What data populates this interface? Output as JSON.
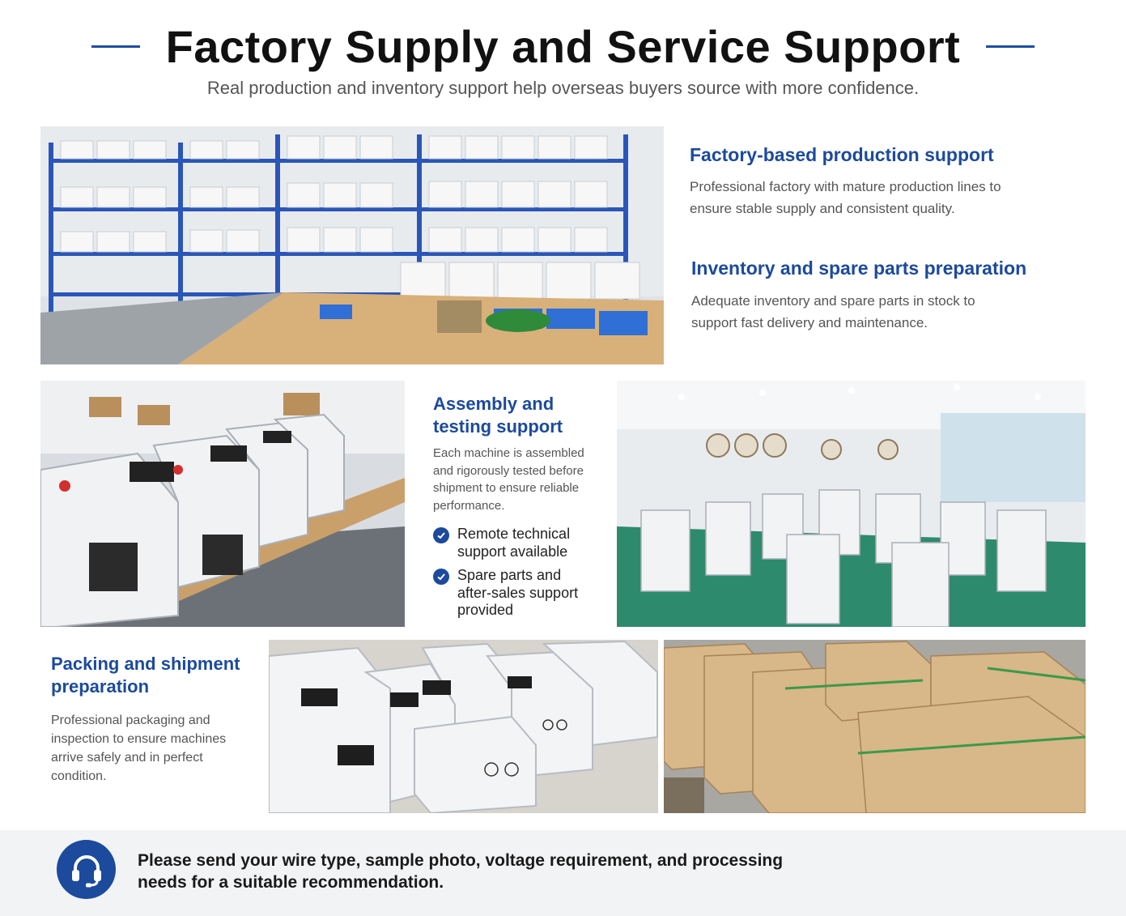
{
  "header": {
    "title": "Factory Supply and Service Support",
    "subtitle": "Real production and inventory support help overseas buyers source with more confidence."
  },
  "sections": {
    "factory": {
      "heading": "Factory-based production support",
      "description": "Professional factory with mature production lines to ensure stable supply and consistent quality."
    },
    "inventory": {
      "heading": "Inventory and spare parts preparation",
      "description": "Adequate inventory and spare parts in stock to support fast delivery and maintenance."
    },
    "assembly": {
      "heading": "Assembly and testing support",
      "description": "Each machine is assembled and rigorously tested before shipment to ensure reliable performance.",
      "checks": [
        "Remote technical support available",
        "Spare parts and after-sales support provided"
      ]
    },
    "packing": {
      "heading": "Packing and shipment preparation",
      "description": "Professional packaging and inspection to ensure machines arrive safely and in perfect condition."
    }
  },
  "footer": {
    "icon": "headset-icon",
    "text": "Please send your wire type, sample photo, voltage requirement, and processing needs for a suitable recommendation."
  },
  "colors": {
    "accent": "#1c4a9c",
    "title_line": "#1f4ea3",
    "footer_bg": "#f2f3f5"
  }
}
